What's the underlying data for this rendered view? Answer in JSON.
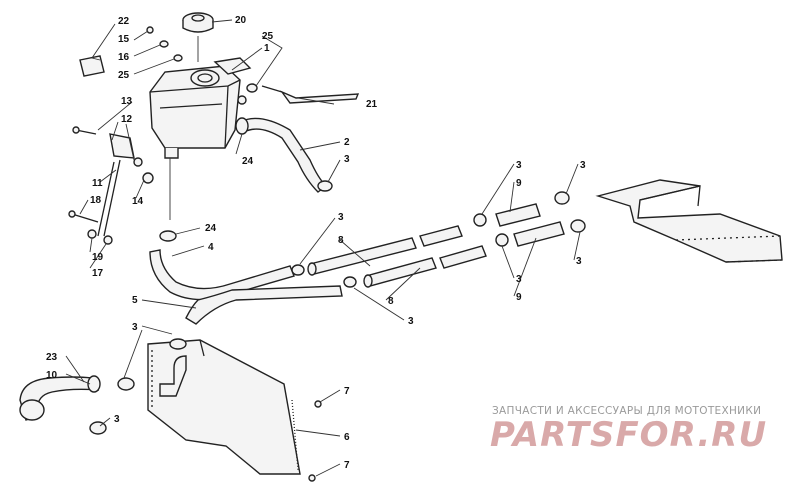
{
  "callouts": [
    {
      "id": "22",
      "label": "22"
    },
    {
      "id": "15",
      "label": "15"
    },
    {
      "id": "16",
      "label": "16"
    },
    {
      "id": "25a",
      "label": "25"
    },
    {
      "id": "20",
      "label": "20"
    },
    {
      "id": "25b",
      "label": "25"
    },
    {
      "id": "1",
      "label": "1"
    },
    {
      "id": "21",
      "label": "21"
    },
    {
      "id": "13",
      "label": "13"
    },
    {
      "id": "12",
      "label": "12"
    },
    {
      "id": "2",
      "label": "2"
    },
    {
      "id": "3a",
      "label": "3"
    },
    {
      "id": "24a",
      "label": "24"
    },
    {
      "id": "11",
      "label": "11"
    },
    {
      "id": "14",
      "label": "14"
    },
    {
      "id": "18",
      "label": "18"
    },
    {
      "id": "19",
      "label": "19"
    },
    {
      "id": "17",
      "label": "17"
    },
    {
      "id": "24b",
      "label": "24"
    },
    {
      "id": "4",
      "label": "4"
    },
    {
      "id": "3b",
      "label": "3"
    },
    {
      "id": "8a",
      "label": "8"
    },
    {
      "id": "3c",
      "label": "3"
    },
    {
      "id": "9a",
      "label": "9"
    },
    {
      "id": "3d",
      "label": "3"
    },
    {
      "id": "3e",
      "label": "3"
    },
    {
      "id": "9b",
      "label": "9"
    },
    {
      "id": "3f",
      "label": "3"
    },
    {
      "id": "5",
      "label": "5"
    },
    {
      "id": "8b",
      "label": "8"
    },
    {
      "id": "3g",
      "label": "3"
    },
    {
      "id": "3h",
      "label": "3"
    },
    {
      "id": "23",
      "label": "23"
    },
    {
      "id": "10",
      "label": "10"
    },
    {
      "id": "3i",
      "label": "3"
    },
    {
      "id": "7a",
      "label": "7"
    },
    {
      "id": "6",
      "label": "6"
    },
    {
      "id": "7b",
      "label": "7"
    }
  ],
  "watermark": {
    "subtitle": "ЗАПЧАСТИ И АКСЕССУАРЫ ДЛЯ МОТОТЕХНИКИ",
    "logo": "PARTSFOR.RU"
  },
  "colors": {
    "line": "#222222",
    "watermark_logo": "#d9a9a9",
    "watermark_text": "#9a9a9a"
  }
}
